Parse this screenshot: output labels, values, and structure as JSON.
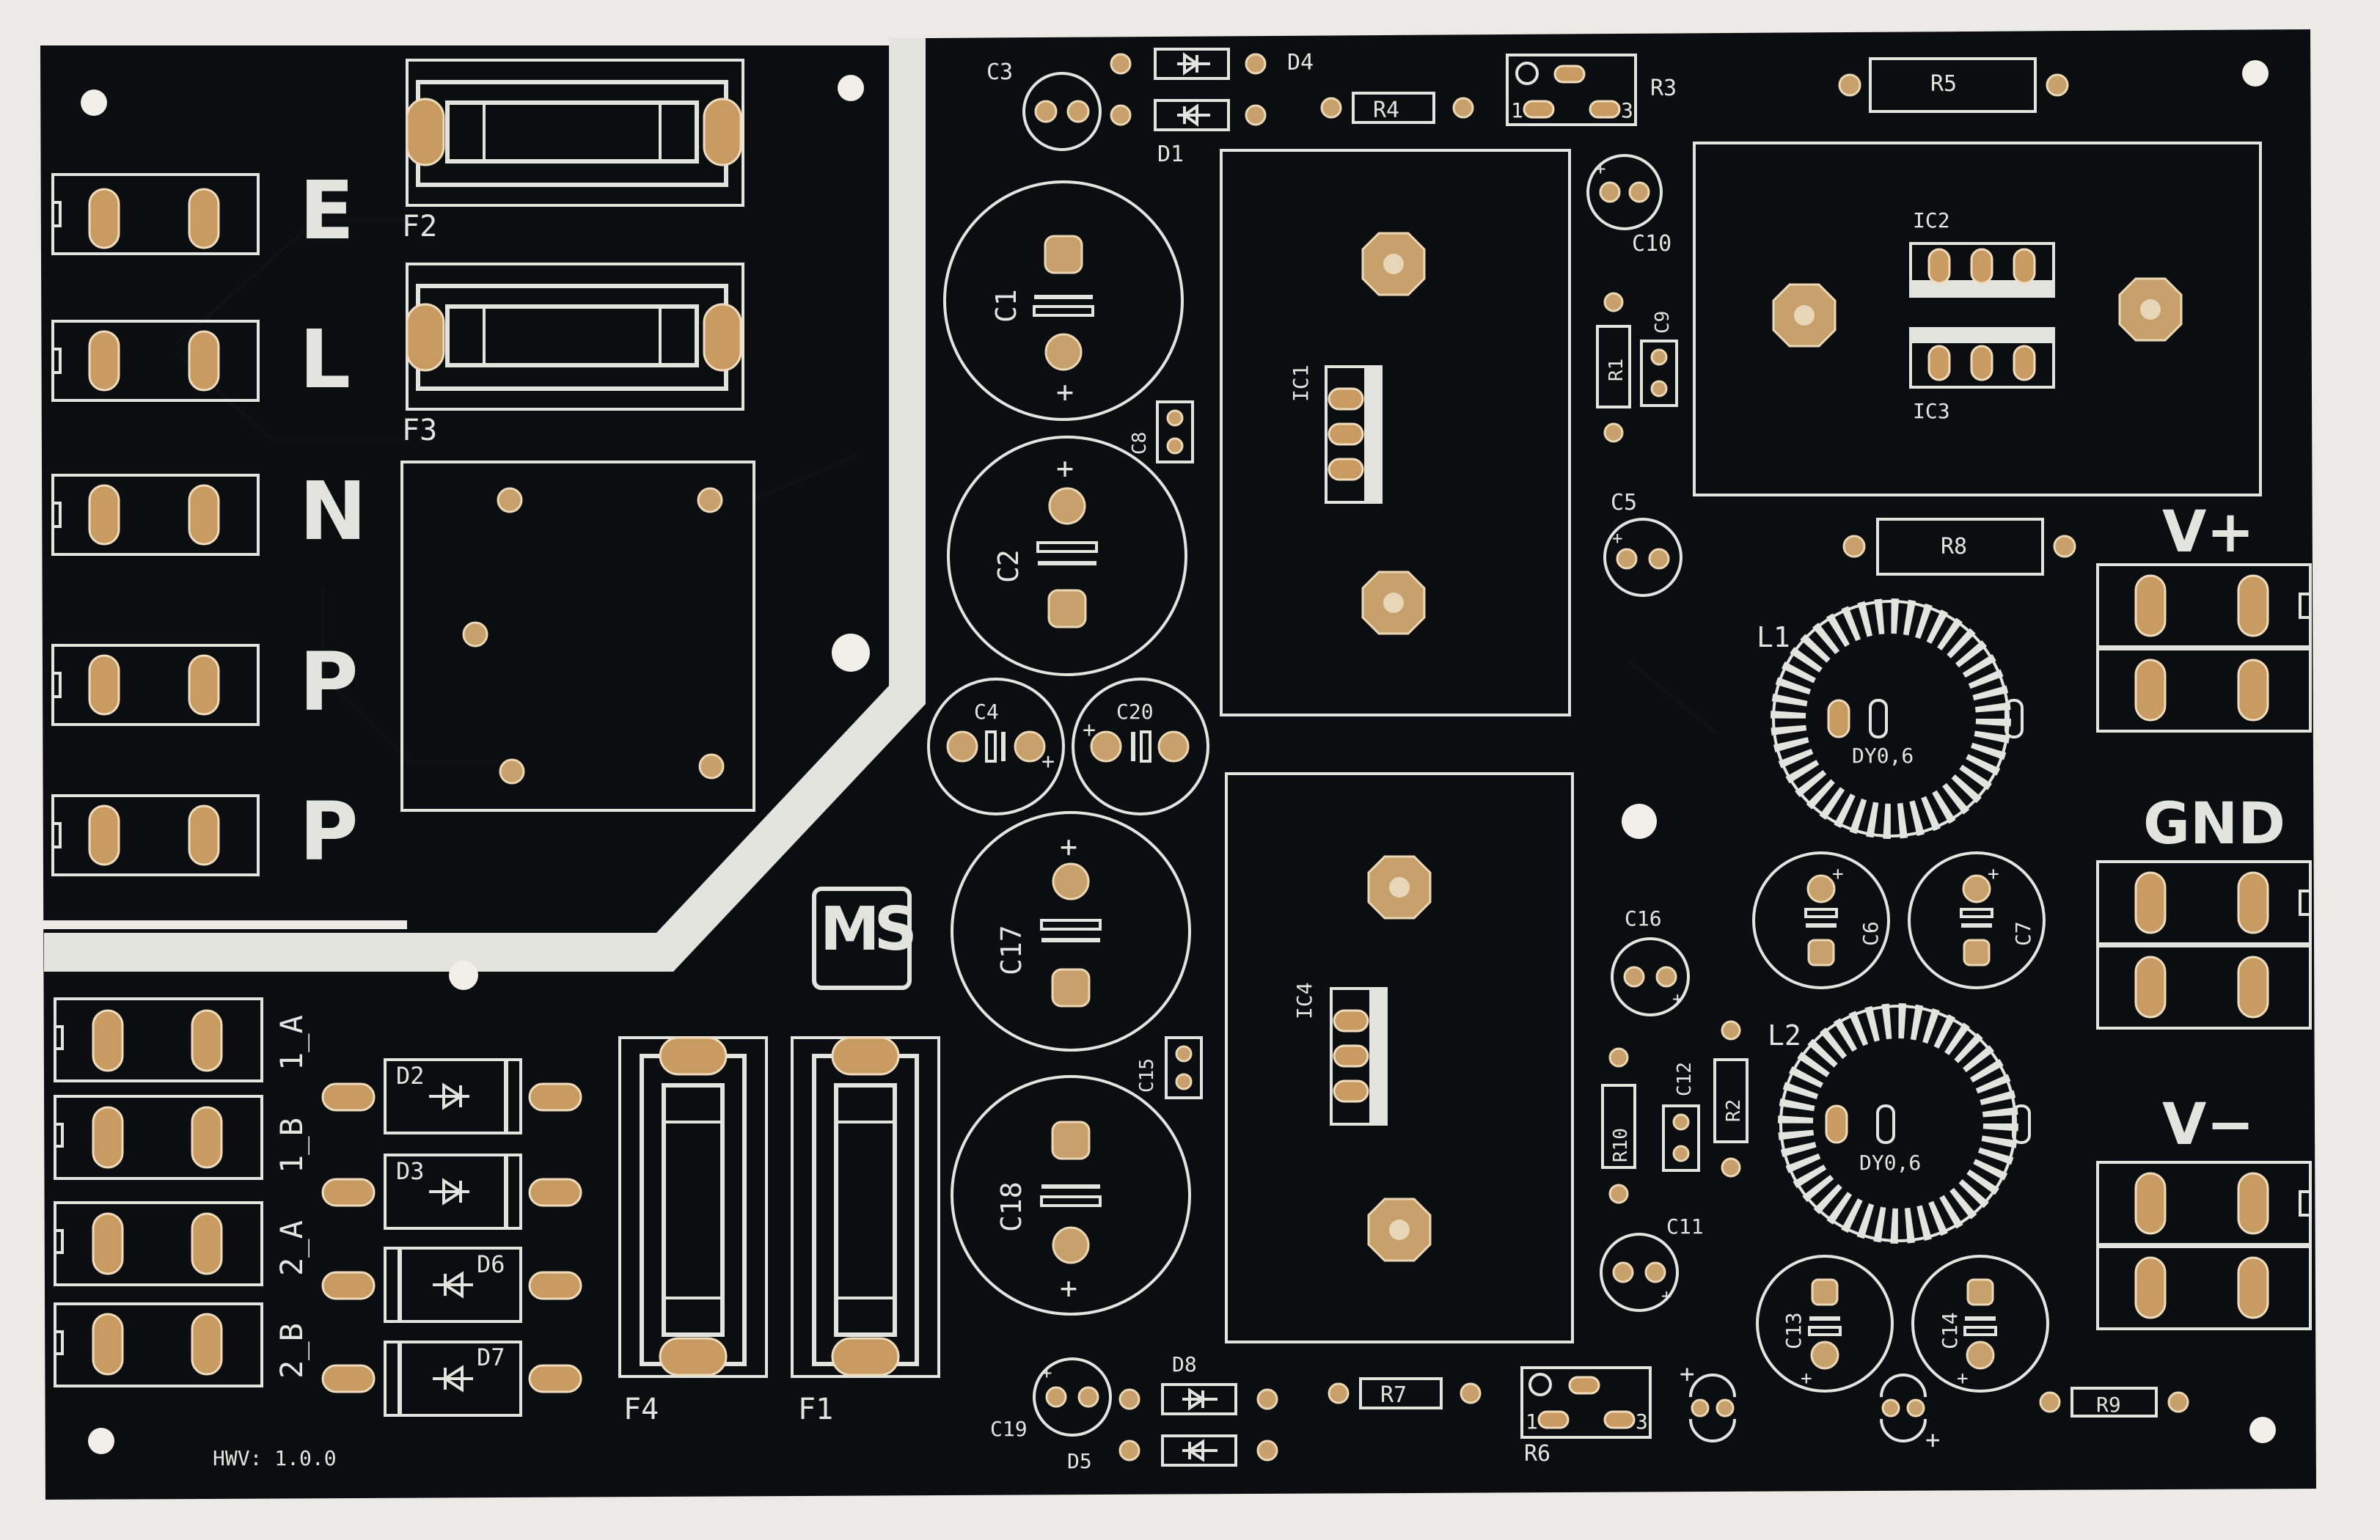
{
  "board": {
    "version_label": "HWV: 1.0.0",
    "logo_text": "MS"
  },
  "mains_terminals": [
    "E",
    "L",
    "N",
    "P",
    "P"
  ],
  "aux_terminals": [
    "1_A",
    "1_B",
    "2_A",
    "2_B"
  ],
  "output_terminals": [
    "V+",
    "GND",
    "V−"
  ],
  "fuses": [
    "F1",
    "F2",
    "F3",
    "F4"
  ],
  "capacitors": [
    "C1",
    "C2",
    "C3",
    "C4",
    "C5",
    "C6",
    "C7",
    "C8",
    "C9",
    "C10",
    "C11",
    "C12",
    "C13",
    "C14",
    "C15",
    "C16",
    "C17",
    "C18",
    "C19",
    "C20"
  ],
  "diodes": [
    "D1",
    "D2",
    "D3",
    "D4",
    "D5",
    "D6",
    "D7",
    "D8"
  ],
  "resistors": [
    "R1",
    "R2",
    "R3",
    "R4",
    "R5",
    "R6",
    "R7",
    "R8",
    "R9",
    "R10"
  ],
  "ics": [
    "IC1",
    "IC2",
    "IC3",
    "IC4"
  ],
  "inductors": [
    "L1",
    "L2"
  ],
  "inductor_value": "DY0,6",
  "trim_pin_labels": [
    "1",
    "3"
  ],
  "colors": {
    "solder_mask": "#0b0d10",
    "silkscreen": "#e4e4df",
    "pad_finish": "#c8a06b",
    "background": "#ebeae6"
  }
}
